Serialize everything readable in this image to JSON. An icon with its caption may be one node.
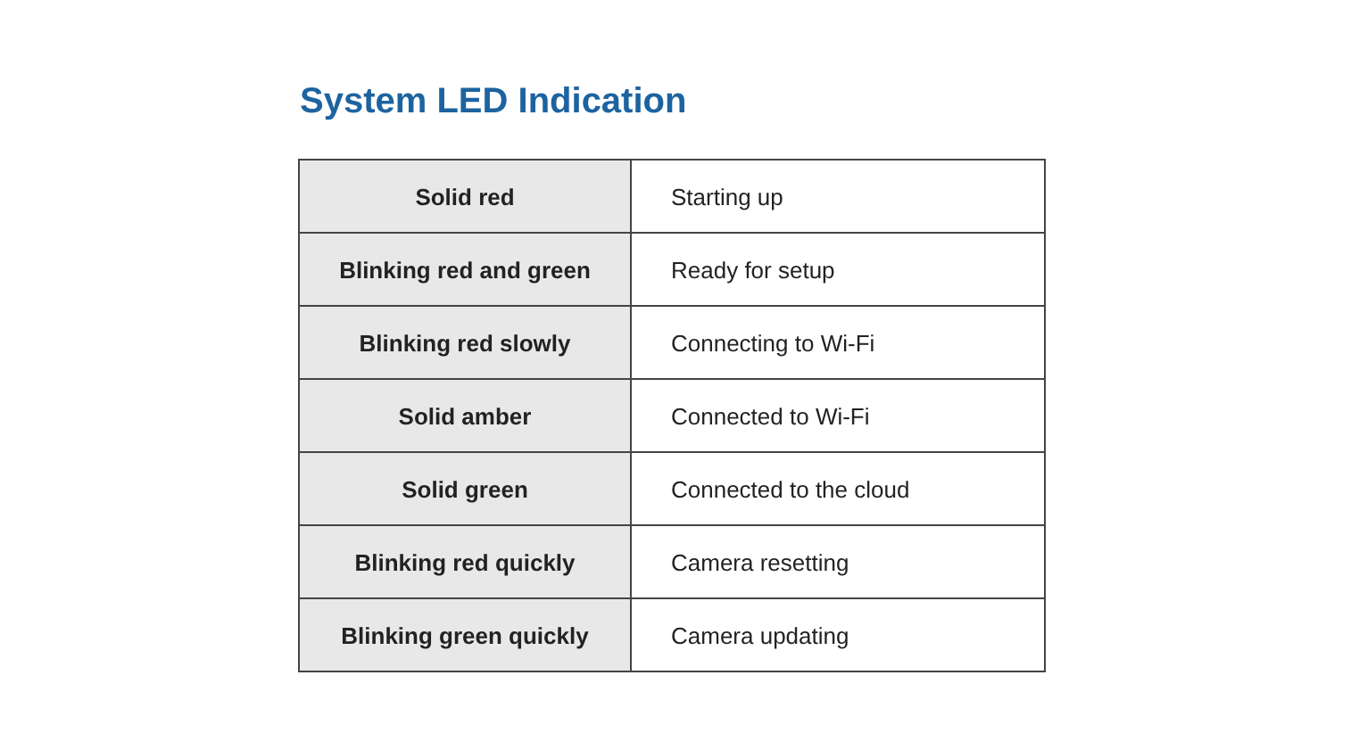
{
  "diagram": {
    "title": "System LED Indication",
    "labels": [
      "Solid red",
      "Starting up",
      "Blinking red and green",
      "Ready for setup",
      "Blinking red slowly",
      "Connecting to Wi-Fi",
      "Solid amber",
      "Connected to Wi-Fi",
      "Solid green",
      "Connected to the cloud",
      "Blinking red quickly",
      "Camera resetting",
      "Blinking green quickly",
      "Camera updating"
    ]
  }
}
